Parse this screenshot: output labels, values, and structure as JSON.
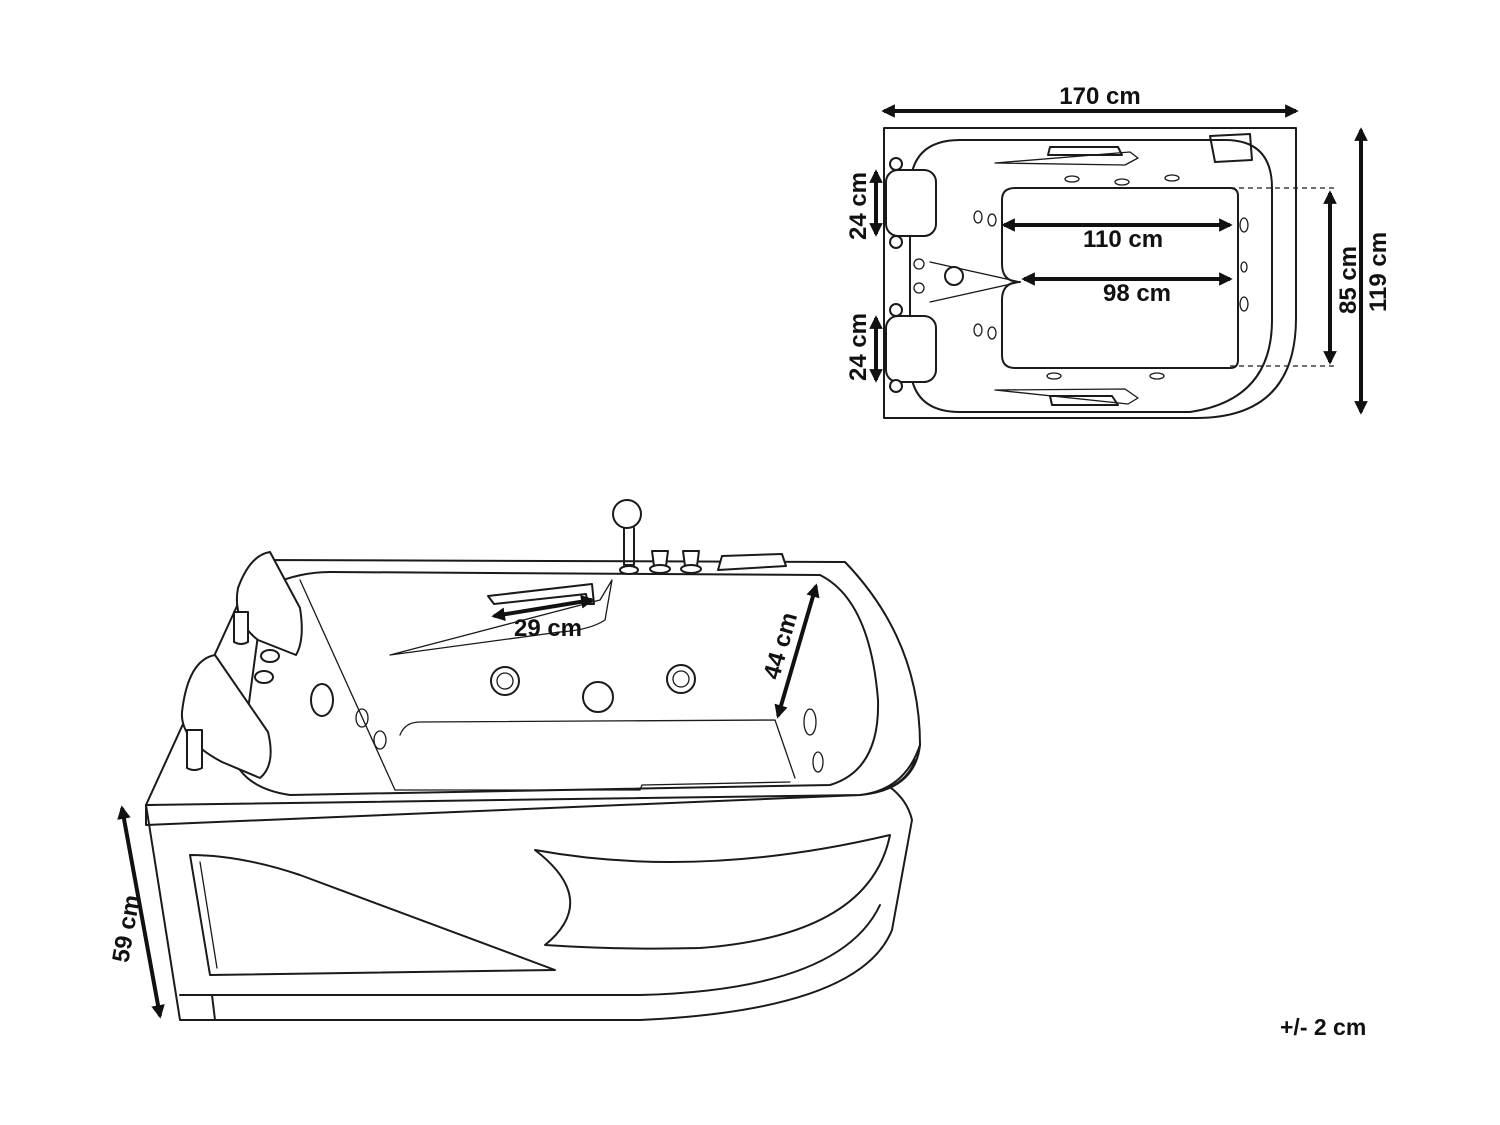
{
  "top_view": {
    "dimensions": {
      "length": "170 cm",
      "width": "119 cm",
      "inner_width": "85 cm",
      "inner_length": "110 cm",
      "bottom_length": "98 cm",
      "headrest_upper": "24 cm",
      "headrest_lower": "24 cm"
    }
  },
  "perspective_view": {
    "dimensions": {
      "armrest": "29 cm",
      "depth": "44 cm",
      "height": "59 cm"
    }
  },
  "tolerance_note": "+/- 2 cm",
  "colors": {
    "line": "#1a1a1a",
    "background": "#ffffff"
  }
}
